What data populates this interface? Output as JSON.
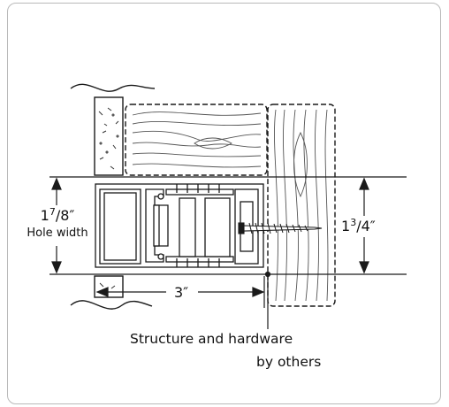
{
  "labels": {
    "hole_width_value": "1",
    "hole_width_sup": "7",
    "hole_width_frac_tail": "/8″",
    "hole_width_text": "Hole width",
    "frame_width_value": "1",
    "frame_width_sup": "3",
    "frame_width_frac_tail": "/4″",
    "depth_value": "3″",
    "note_line1": "Structure  and hardware",
    "note_line2": "by others"
  },
  "colors": {
    "line": "#1a1a1a",
    "wood_grain": "#555555",
    "border": "#b9b9b9"
  },
  "icons": [
    "screw-icon",
    "wood-grain-pattern",
    "concrete-hatch-pattern"
  ]
}
